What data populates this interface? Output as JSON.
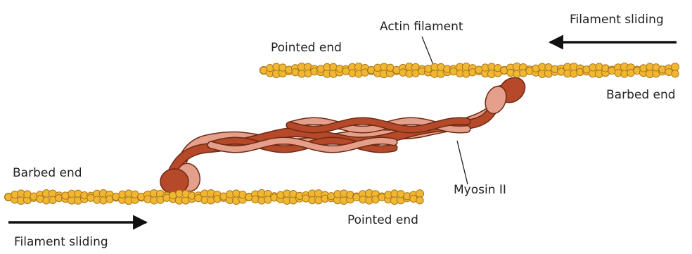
{
  "labels": {
    "actin_filament": "Actin filament",
    "myosin": "Myosin II",
    "top_pointed_end": "Pointed end",
    "top_barbed_end": "Barbed end",
    "top_sliding": "Filament sliding",
    "bottom_barbed_end": "Barbed end",
    "bottom_pointed_end": "Pointed end",
    "bottom_sliding": "Filament sliding"
  },
  "colors": {
    "actin_bead": "#f2b731",
    "actin_outline": "#a9781c",
    "myosin_dark": "#b5492a",
    "myosin_light": "#e4a08a",
    "myosin_outline": "#6e2a12",
    "text": "#222222"
  }
}
